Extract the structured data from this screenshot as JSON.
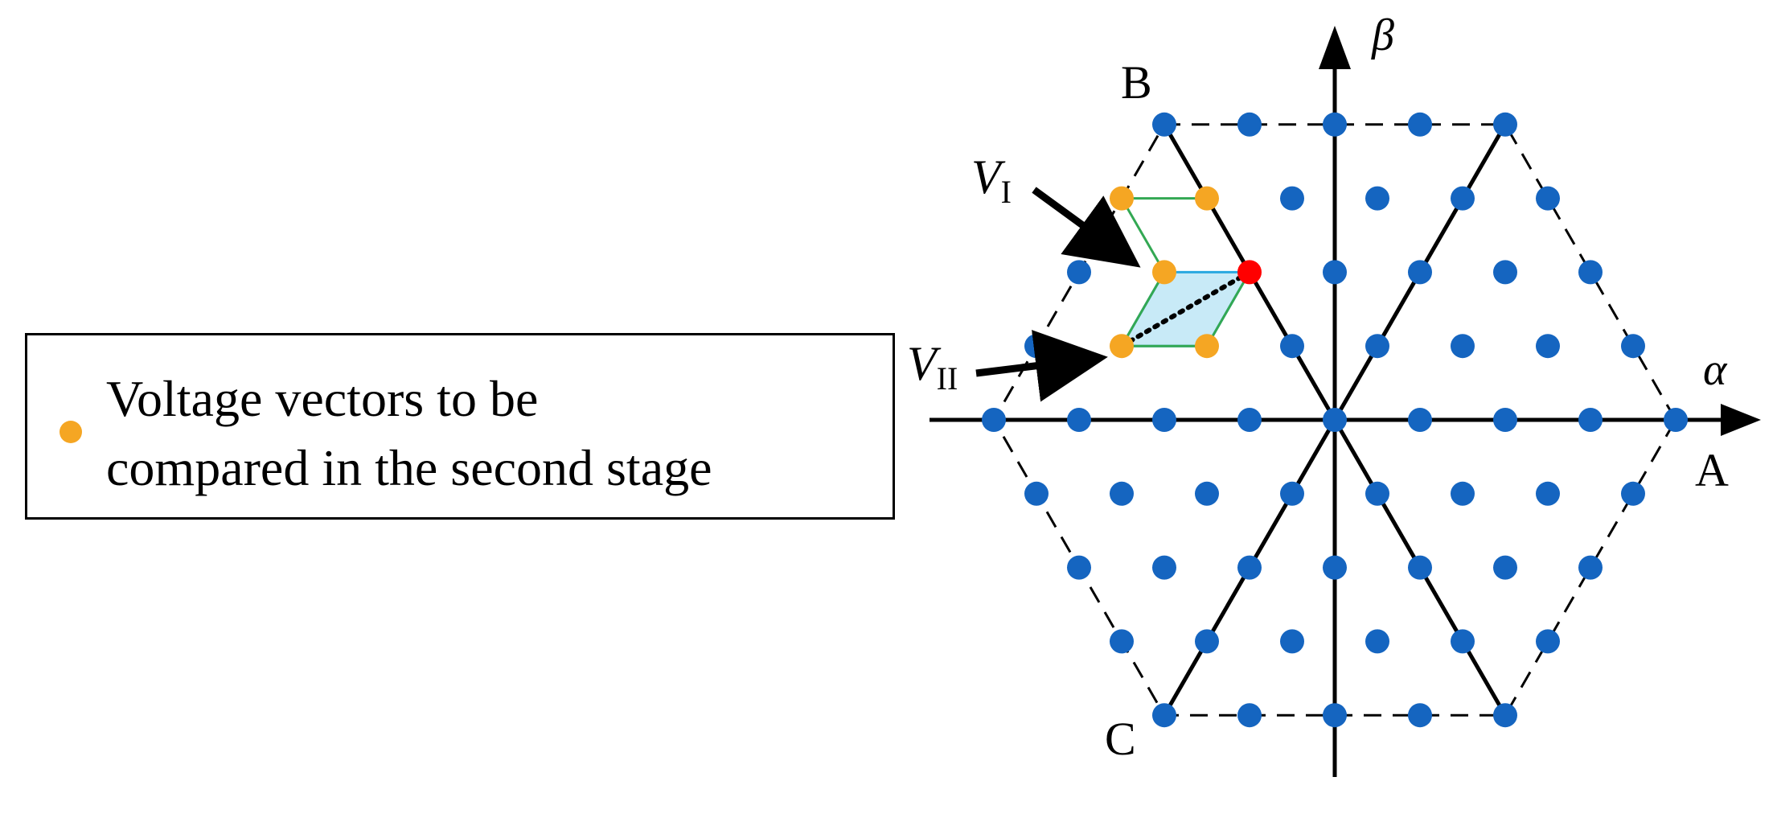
{
  "legend": {
    "text": "Voltage vectors to be\ncompared in the second stage",
    "dot_color": "#F5A623"
  },
  "axes": {
    "alpha": "α",
    "beta": "β"
  },
  "phase_labels": {
    "A": "A",
    "B": "B",
    "C": "C"
  },
  "vector_labels": {
    "v1_main": "V",
    "v1_sub": "I",
    "v2_main": "V",
    "v2_sub": "II"
  },
  "colors": {
    "grid_point": "#1565C0",
    "candidate_point": "#F5A623",
    "selected_point": "#FF0000",
    "shaded_region": "#C8EAF7",
    "region_outline": "#29A8E0",
    "hexagon_outline": "#33A853",
    "axis": "#000000"
  }
}
